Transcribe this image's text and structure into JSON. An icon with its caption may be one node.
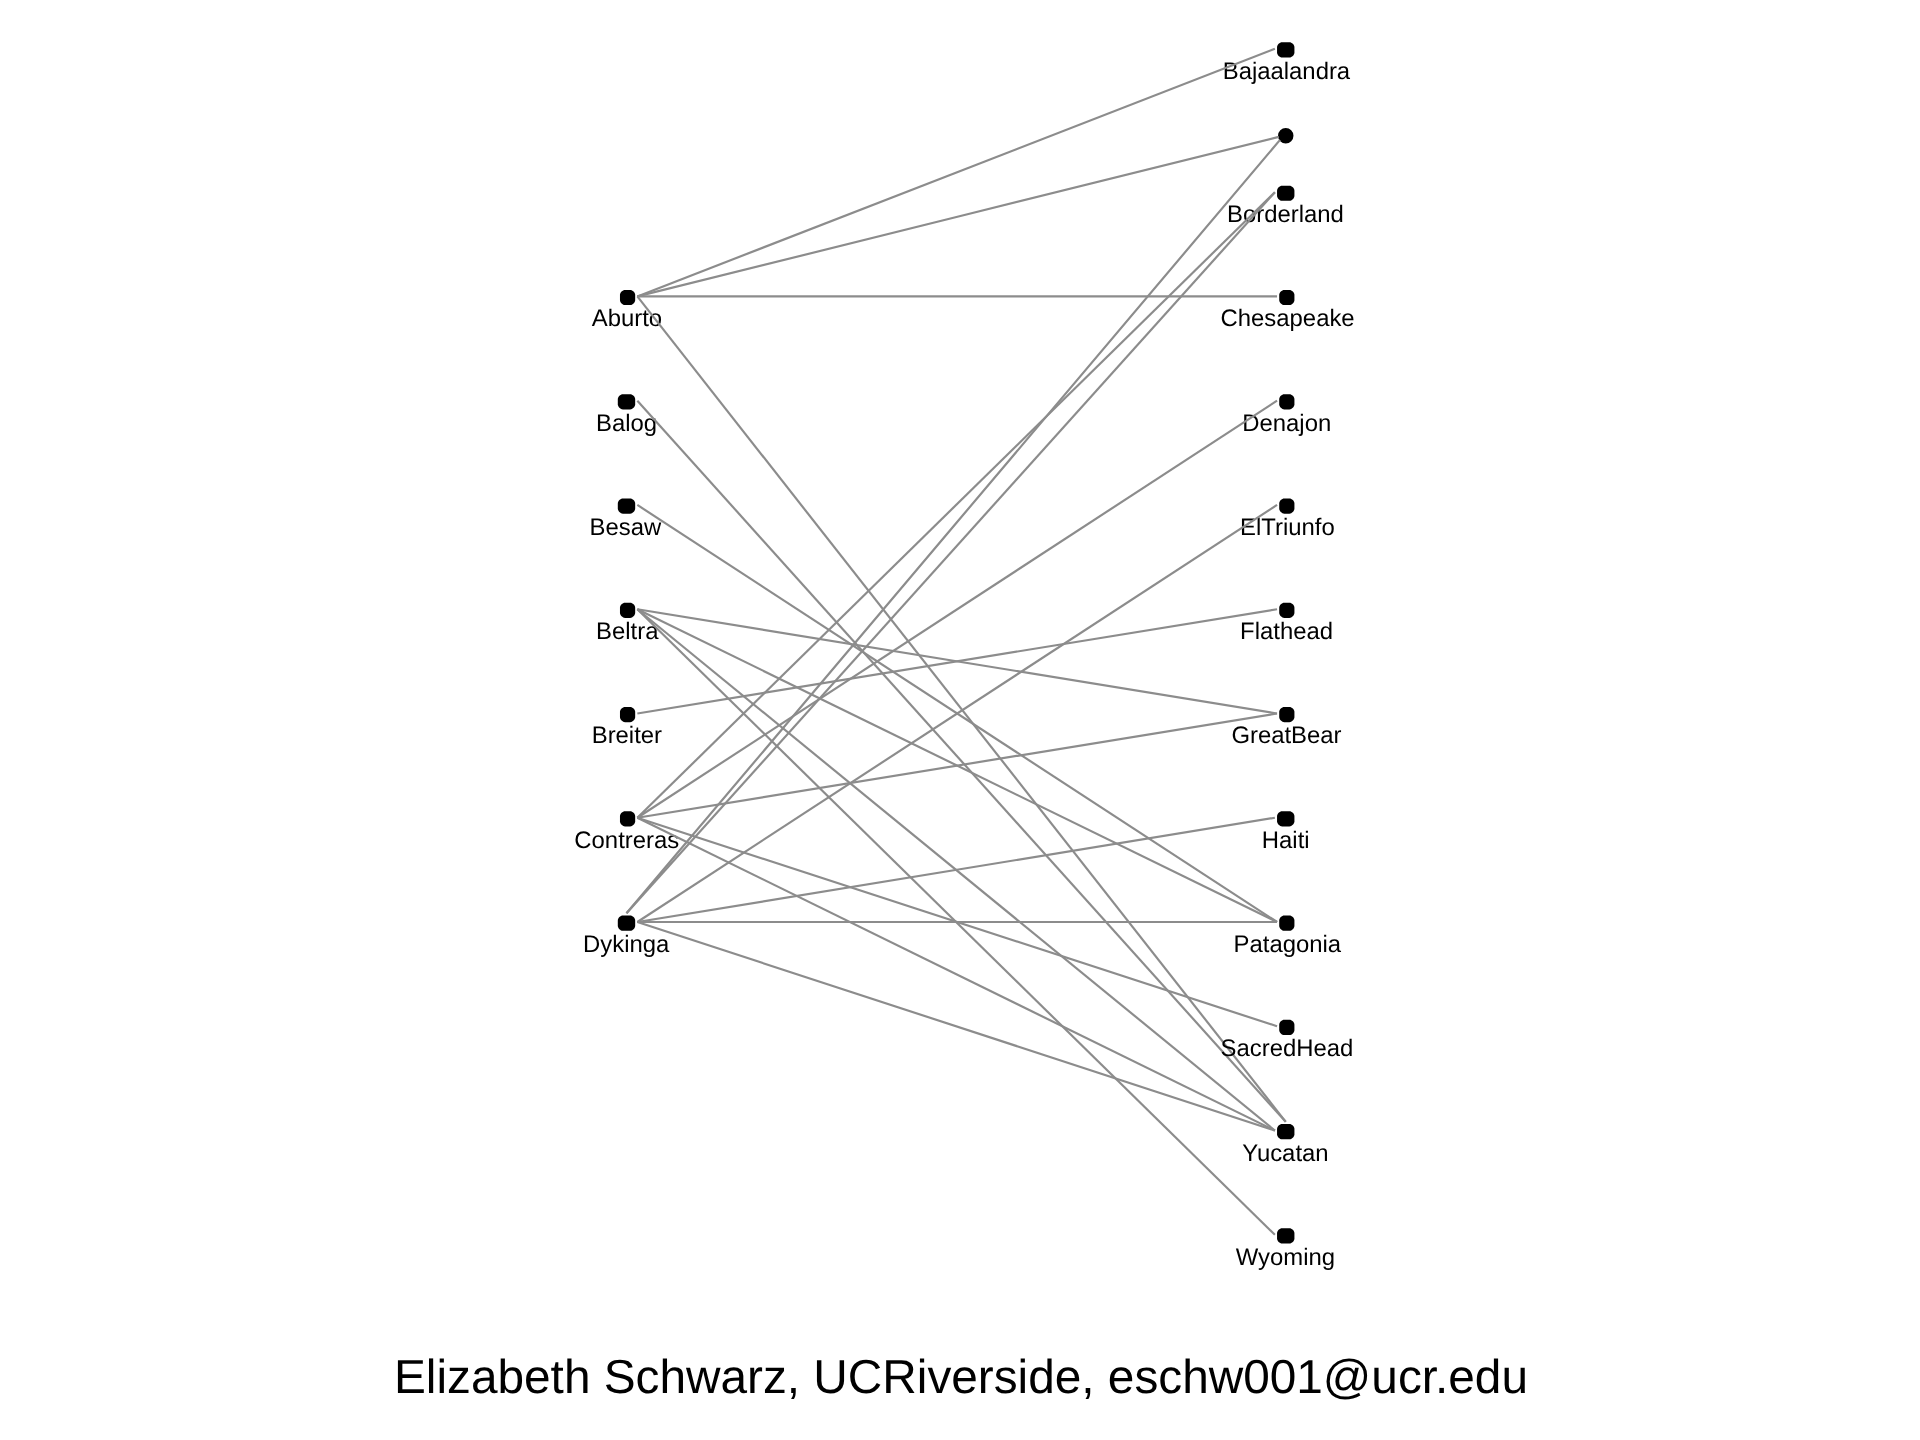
{
  "diagram": {
    "caption": "Elizabeth Schwarz, UCRiverside, eschw001@ucr.edu",
    "nodes": [
      {
        "text": [
          "Aburto"
        ]
      },
      {
        "text": [
          "Balog"
        ]
      },
      {
        "text": [
          "Besaw"
        ]
      },
      {
        "text": [
          "Beltra"
        ]
      },
      {
        "text": [
          "Breiter"
        ]
      },
      {
        "text": [
          "Contreras"
        ]
      },
      {
        "text": [
          "Dykinga"
        ]
      },
      {
        "text": [
          "Bajaalandra"
        ]
      },
      {
        "text": [],
        "shape": "circle"
      },
      {
        "text": [
          "Borderland"
        ]
      },
      {
        "text": [
          "Chesapeake"
        ]
      },
      {
        "text": [
          "Denajon"
        ]
      },
      {
        "text": [
          "ElTriunfo"
        ]
      },
      {
        "text": [
          "Flathead"
        ]
      },
      {
        "text": [
          "GreatBear"
        ]
      },
      {
        "text": [
          "Haiti"
        ]
      },
      {
        "text": [
          "Patagonia"
        ]
      },
      {
        "text": [
          "SacredHead"
        ]
      },
      {
        "text": [
          "Yucatan"
        ]
      },
      {
        "text": [
          "Wyoming"
        ]
      }
    ],
    "edges": [
      {
        "from": 0,
        "to": 7,
        "arrow": "none"
      },
      {
        "from": 0,
        "to": 8,
        "arrow": "none"
      },
      {
        "from": 0,
        "to": 10,
        "arrow": "none"
      },
      {
        "from": 0,
        "to": 18,
        "arrow": "none"
      },
      {
        "from": 1,
        "to": 18,
        "arrow": "none"
      },
      {
        "from": 2,
        "to": 16,
        "arrow": "none"
      },
      {
        "from": 3,
        "to": 14,
        "arrow": "none"
      },
      {
        "from": 3,
        "to": 16,
        "arrow": "none"
      },
      {
        "from": 3,
        "to": 18,
        "arrow": "none"
      },
      {
        "from": 3,
        "to": 19,
        "arrow": "none"
      },
      {
        "from": 4,
        "to": 13,
        "arrow": "none"
      },
      {
        "from": 5,
        "to": 9,
        "arrow": "none"
      },
      {
        "from": 5,
        "to": 11,
        "arrow": "none"
      },
      {
        "from": 5,
        "to": 14,
        "arrow": "none"
      },
      {
        "from": 5,
        "to": 17,
        "arrow": "none"
      },
      {
        "from": 5,
        "to": 18,
        "arrow": "none"
      },
      {
        "from": 6,
        "to": 8,
        "arrow": "none"
      },
      {
        "from": 6,
        "to": 9,
        "arrow": "none"
      },
      {
        "from": 6,
        "to": 12,
        "arrow": "none"
      },
      {
        "from": 6,
        "to": 15,
        "arrow": "none"
      },
      {
        "from": 6,
        "to": 16,
        "arrow": "none"
      },
      {
        "from": 6,
        "to": 18,
        "arrow": "none"
      }
    ]
  }
}
